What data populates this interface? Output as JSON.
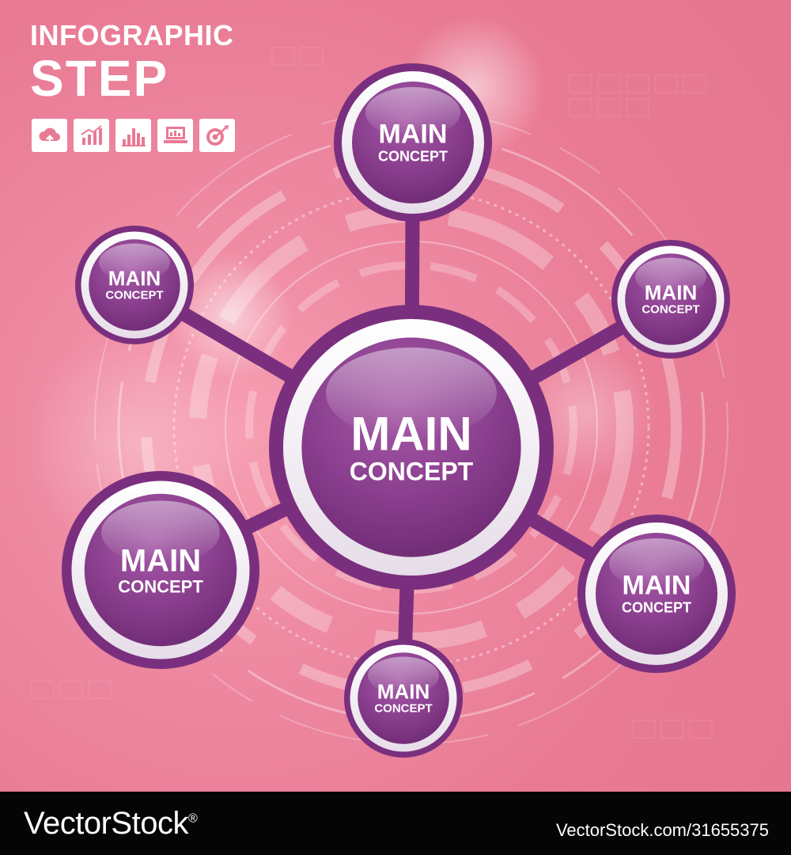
{
  "header": {
    "title_line1": "INFOGRAPHIC",
    "title_line2": "STEP"
  },
  "icons": [
    {
      "name": "cloud-upload-icon"
    },
    {
      "name": "trend-chart-icon"
    },
    {
      "name": "bar-chart-icon"
    },
    {
      "name": "laptop-chart-icon"
    },
    {
      "name": "target-arrow-icon"
    }
  ],
  "diagram": {
    "center": {
      "line1": "MAIN",
      "line2": "CONCEPT"
    },
    "nodes": [
      {
        "id": "top",
        "line1": "MAIN",
        "line2": "CONCEPT"
      },
      {
        "id": "upper-right",
        "line1": "MAIN",
        "line2": "CONCEPT"
      },
      {
        "id": "lower-right",
        "line1": "MAIN",
        "line2": "CONCEPT"
      },
      {
        "id": "bottom",
        "line1": "MAIN",
        "line2": "CONCEPT"
      },
      {
        "id": "lower-left",
        "line1": "MAIN",
        "line2": "CONCEPT"
      },
      {
        "id": "upper-left",
        "line1": "MAIN",
        "line2": "CONCEPT"
      }
    ]
  },
  "colors": {
    "background": "#e97a94",
    "node_purple": "#8b3f8f",
    "ring": "#7a2f7e",
    "white": "#ffffff"
  },
  "footer": {
    "brand": "VectorStock",
    "reg_mark": "®",
    "url": "VectorStock.com/31655375"
  }
}
